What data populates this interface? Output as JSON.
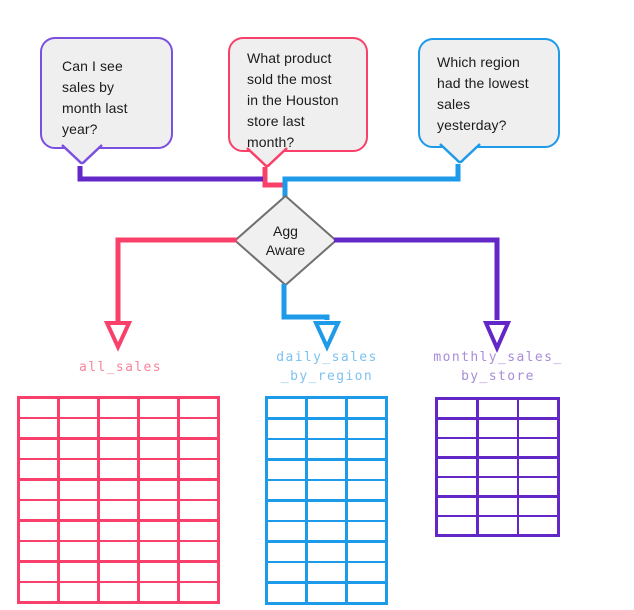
{
  "colors": {
    "pink": "#F8406A",
    "pink_light": "#F9839B",
    "blue": "#1D9AE9",
    "blue_light": "#7DC2F1",
    "purple": "#6227C6",
    "purple_bubble": "#7B4FE0",
    "purple_light": "#A78CD9",
    "bubble_fill": "#EFEFEF",
    "diamond_fill": "#F0F0F0",
    "diamond_border": "#707070",
    "text": "#1B1B1B"
  },
  "bubbles": [
    {
      "text": "Can I see\nsales by\nmonth last\nyear?"
    },
    {
      "text": "What product\nsold the most\nin the Houston\nstore last\nmonth?"
    },
    {
      "text": "Which region\nhad the lowest\nsales\nyesterday?"
    }
  ],
  "diamond": {
    "label": "Agg\nAware"
  },
  "tables": [
    {
      "label": "all_sales",
      "rows": 10,
      "cols": 5
    },
    {
      "label": "daily_sales\n_by_region",
      "rows": 10,
      "cols": 3
    },
    {
      "label": "monthly_sales_\nby_store",
      "rows": 7,
      "cols": 3
    }
  ]
}
